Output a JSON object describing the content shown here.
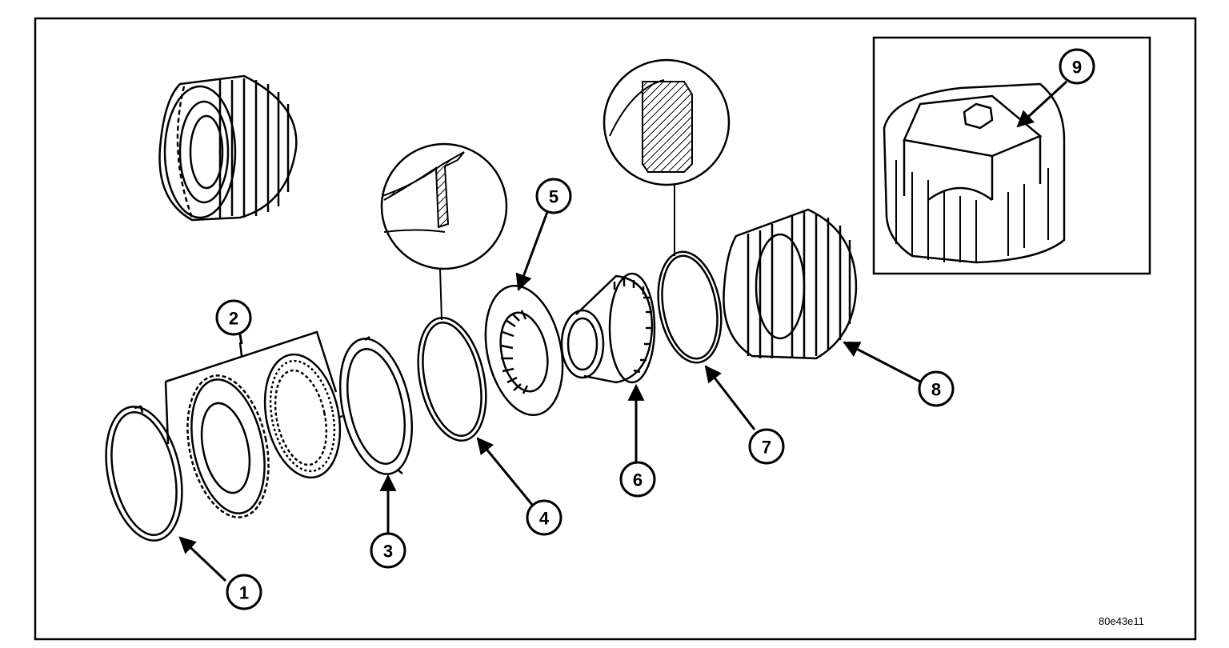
{
  "diagram": {
    "figure_id": "80e43e11",
    "callouts": [
      "1",
      "2",
      "3",
      "4",
      "5",
      "6",
      "7",
      "8",
      "9"
    ]
  }
}
